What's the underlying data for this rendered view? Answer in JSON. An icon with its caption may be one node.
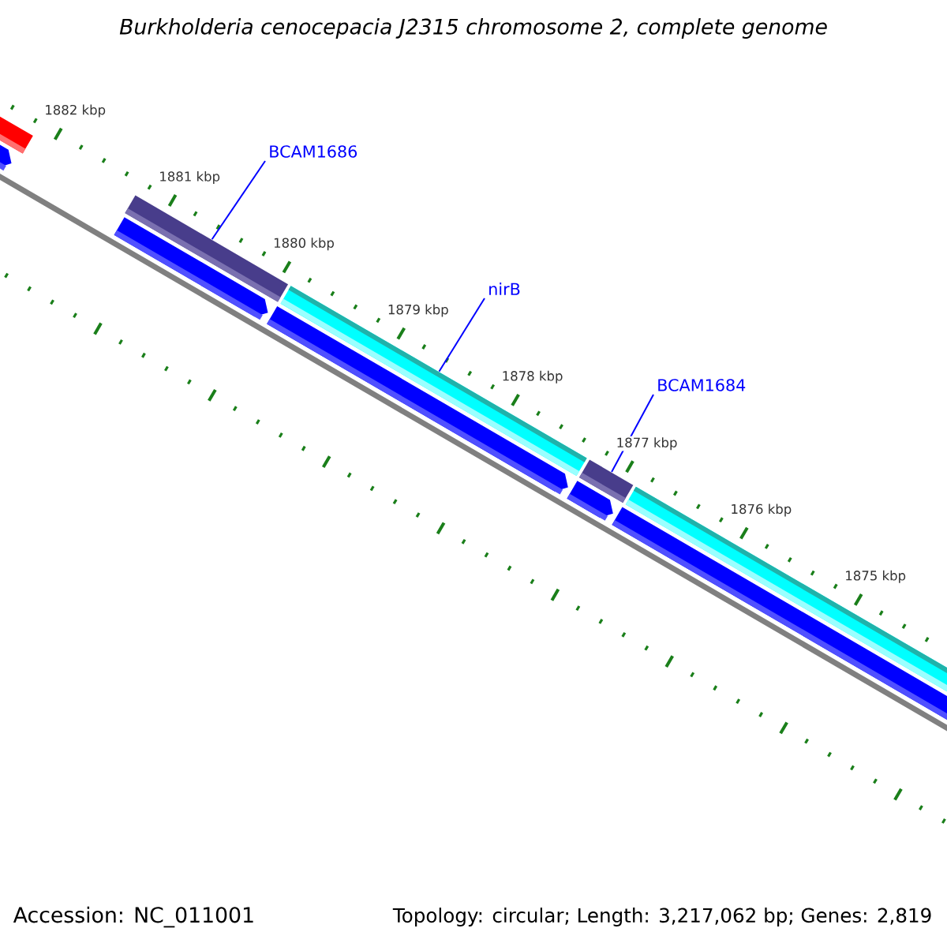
{
  "diagram": {
    "title": "Burkholderia cenocepacia J2315 chromosome 2, complete genome",
    "nodes": [
      {
        "text": [
          "BCAM1686"
        ]
      },
      {
        "text": [],
        "shape": "bar"
      },
      {
        "text": [
          "nirB"
        ]
      },
      {
        "text": [],
        "shape": "bar"
      },
      {
        "text": [
          "BCAM1684"
        ]
      },
      {
        "text": [],
        "shape": "bar"
      }
    ],
    "edges": [
      {
        "from": 0,
        "to": 1,
        "arrow": "none"
      },
      {
        "from": 2,
        "to": 3,
        "arrow": "none"
      },
      {
        "from": 4,
        "to": 5,
        "arrow": "none"
      }
    ],
    "labels": [
      "1882 kbp",
      "1881 kbp",
      "1880 kbp",
      "1879 kbp",
      "1878 kbp",
      "1877 kbp",
      "1876 kbp",
      "1875 kbp",
      "Accession: NC_011001",
      "Topology: circular; Length: 3,217,062 bp; Genes: 2,819"
    ]
  }
}
